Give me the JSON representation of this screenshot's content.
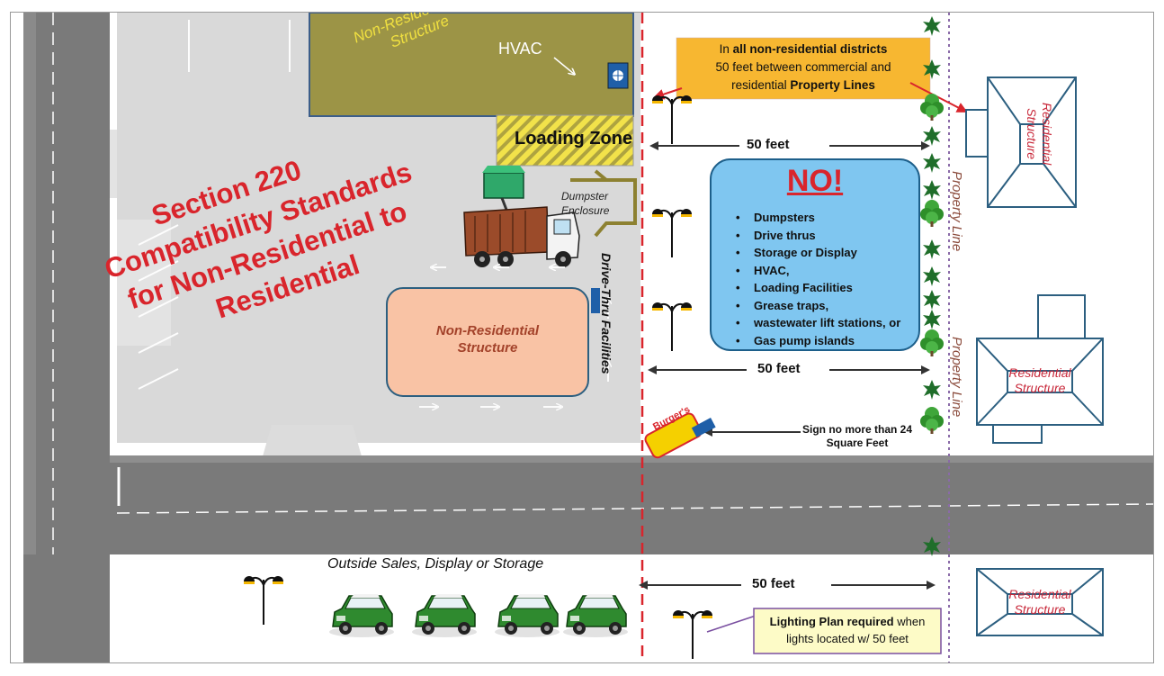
{
  "title": {
    "line1": "Section 220",
    "line2": "Compatibility Standards",
    "line3": "for Non-Residential to",
    "line4": "Residential"
  },
  "top_structure": {
    "label_line1": "Non-Residential",
    "label_line2": "Structure",
    "hvac": "HVAC"
  },
  "loading_zone": "Loading Zone",
  "dumpster": {
    "line1": "Dumpster",
    "line2": "Enclosure"
  },
  "main_structure": {
    "line1": "Non-Residential",
    "line2": "Structure"
  },
  "drive_thru": "Drive-Thru Facilities",
  "callout_top": {
    "prefix": "In ",
    "bold1": "all non-residential districts",
    "line2": "50 feet between commercial and",
    "line3_prefix": "residential ",
    "bold2": "Property Lines"
  },
  "distances": {
    "d1": "50 feet",
    "d2": "50 feet",
    "d3": "50 feet"
  },
  "no_box": {
    "title": "NO!",
    "items": [
      "Dumpsters",
      "Drive thrus",
      "Storage or Display",
      "HVAC,",
      "Loading Facilities",
      "Grease traps,",
      "wastewater lift stations, or",
      "Gas pump islands"
    ]
  },
  "property_line": {
    "upper": "Property Line",
    "lower": "Property Line"
  },
  "residential": {
    "r1_line1": "Residential",
    "r1_line2": "Structure",
    "r2_line1": "Residential",
    "r2_line2": "Structure",
    "r3_line1": "Residential",
    "r3_line2": "Structure"
  },
  "sign": {
    "label": "Burger's",
    "note_line1": "Sign no more than 24",
    "note_line2": "Square Feet"
  },
  "outside_sales": "Outside Sales, Display or Storage",
  "lighting": {
    "bold": "Lighting Plan required",
    "rest": " when",
    "line2": "lights located w/ 50 feet"
  },
  "colors": {
    "road": "#7a7a7a",
    "lot": "#d9d9d9",
    "structure_top": "#9c9446",
    "structure_main": "#f9c3a5",
    "no_box": "#7fc6f0",
    "callout": "#f7b731",
    "lighting_box": "#fdfbc7",
    "red": "#d9252c",
    "property_line": "#8a6aa8",
    "house_outline": "#2c5f80"
  }
}
